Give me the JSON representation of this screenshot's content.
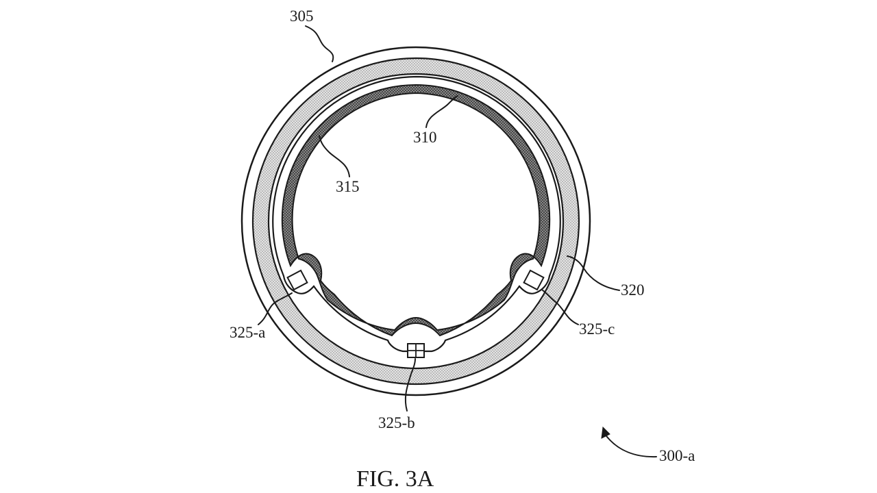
{
  "figure": {
    "caption": "FIG. 3A",
    "reference_numeral": "300-a"
  },
  "labels": {
    "outer_ring": "305",
    "inner_band": "310",
    "inner_surface": "315",
    "housing_band": "320",
    "component_a": "325-a",
    "component_b": "325-b",
    "component_c": "325-c"
  },
  "colors": {
    "line": "#1a1a1a",
    "stipple_light": "#bdbdbd",
    "crosshatch_dark": "#555555",
    "background": "#ffffff"
  }
}
